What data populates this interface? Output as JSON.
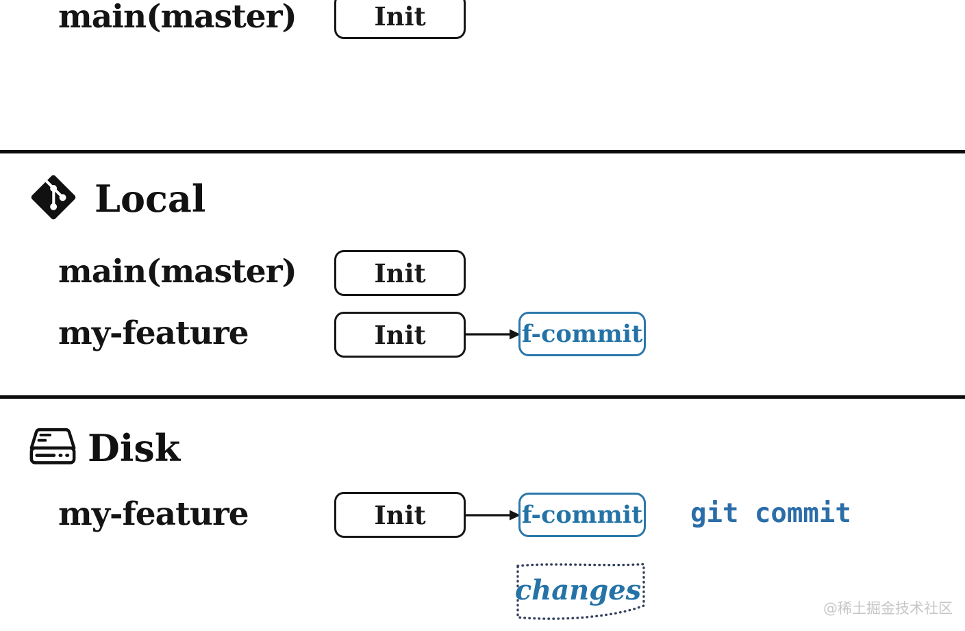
{
  "palette": {
    "accent_blue": "#2573a7",
    "box_border_black": "#161616",
    "dotted_border": "#35425c",
    "watermark_gray": "#c6c6c6"
  },
  "top_section": {
    "branch_label": "main(master)",
    "commit": "Init"
  },
  "local_section": {
    "title": "Local",
    "icon": "git-logo",
    "rows": [
      {
        "branch": "main(master)",
        "commits": [
          "Init"
        ]
      },
      {
        "branch": "my-feature",
        "commits": [
          "Init",
          "f-commit"
        ],
        "highlighted_commit": "f-commit"
      }
    ]
  },
  "disk_section": {
    "title": "Disk",
    "icon": "hard-drive",
    "rows": [
      {
        "branch": "my-feature",
        "commits": [
          "Init",
          "f-commit"
        ],
        "highlighted_commit": "f-commit"
      }
    ],
    "command": "git commit",
    "pending_label": "changes"
  },
  "watermark": "@稀土掘金技术社区"
}
